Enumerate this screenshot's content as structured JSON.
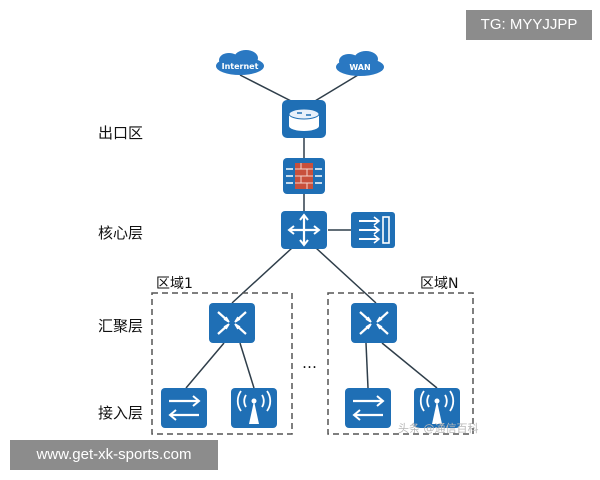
{
  "badges": {
    "top_right": "TG: MYYJJPP",
    "bottom_left": "www.get-xk-sports.com"
  },
  "layers": {
    "egress": "出口区",
    "core": "核心层",
    "aggregation": "汇聚层",
    "access": "接入层"
  },
  "regions": {
    "region_1": "区域1",
    "region_n": "区域N"
  },
  "clouds": {
    "internet": "Internet",
    "wan": "WAN"
  },
  "ellipsis": "…",
  "watermark": "头条 @通信百科",
  "colors": {
    "device_blue": "#1f6fb5",
    "cloud_blue": "#2a78c2",
    "line": "#2f3e4a",
    "dashed_box": "#555555",
    "firewall_red": "#c8503c",
    "badge_bg": "#8c8c8c"
  },
  "icons": {
    "router": "router-icon",
    "firewall": "firewall-icon",
    "core_switch": "core-switch-icon",
    "security_device": "security-appliance-icon",
    "aggregation_switch": "aggregation-switch-icon",
    "access_switch": "access-switch-icon",
    "wireless_ap": "wireless-ap-icon"
  }
}
